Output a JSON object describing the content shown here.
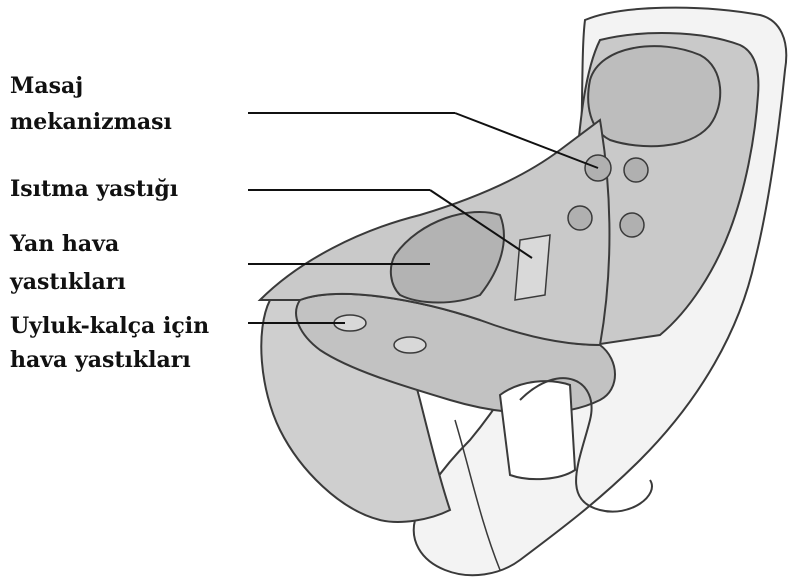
{
  "labels": {
    "massage": {
      "line1": "Masaj",
      "line2": "mekanizması"
    },
    "heating": {
      "line1": "Isıtma yastığı"
    },
    "side_airbags": {
      "line1": "Yan hava",
      "line2": "yastıkları"
    },
    "thigh_hip_airbags": {
      "line1": "Uyluk-kalça için",
      "line2": "hava yastıkları"
    }
  },
  "colors": {
    "shell": "#f4f4f4",
    "seat": "#c9c9c9",
    "seat_dark": "#b5b5b5",
    "outline": "#3a3a3a",
    "leader": "#111111"
  }
}
